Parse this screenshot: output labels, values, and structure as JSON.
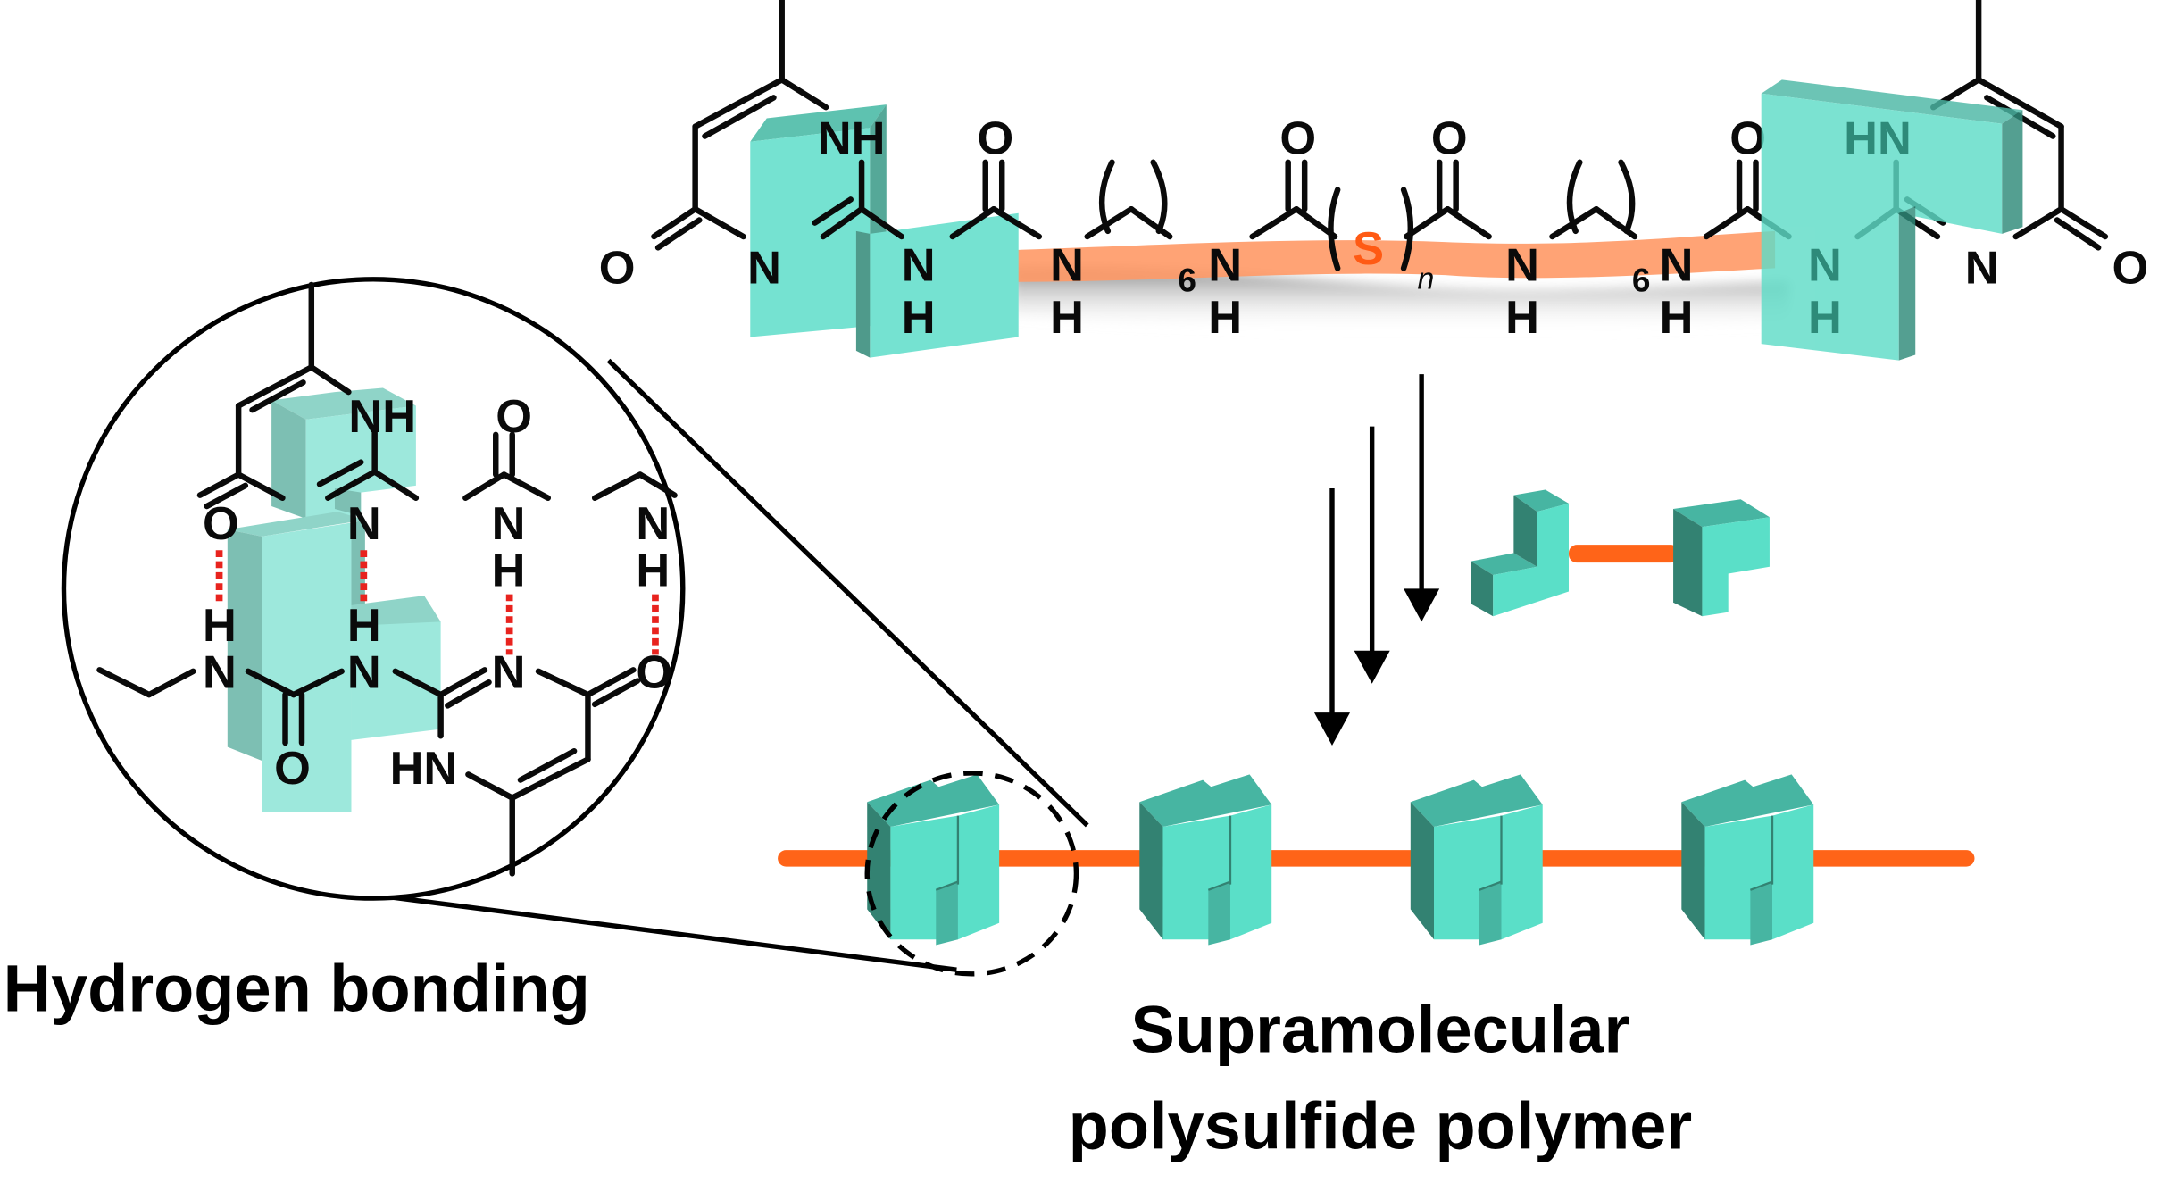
{
  "labels": {
    "hydrogen_bonding": "Hydrogen bonding",
    "product_line1": "Supramolecular",
    "product_line2": "polysulfide polymer"
  },
  "monomer": {
    "atoms": {
      "O": "O",
      "N": "N",
      "H": "H",
      "NH": "NH",
      "HN": "HN",
      "S": "S",
      "sub_n": "n",
      "sub_6": "6"
    }
  },
  "colors": {
    "block_face": "#5adfc8",
    "block_top": "#47b5a2",
    "block_side": "#338272",
    "linker": "#ff6418",
    "hbond": "#e8231e",
    "upy_highlight": "#5fd9c4"
  },
  "polymer": {
    "block_count": 4
  }
}
